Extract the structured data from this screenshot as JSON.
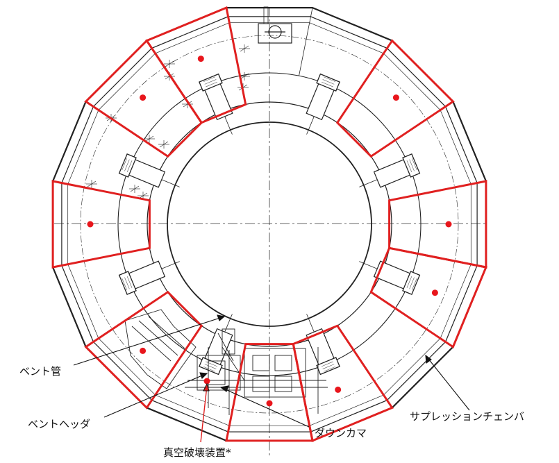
{
  "labels": {
    "vent_pipe": "ベント管",
    "vent_header": "ベントヘッダ",
    "vacuum_breaker": "真空破壊装置*",
    "downcomer": "ダウンカマ",
    "suppression_chamber": "サプレッションチェンバ"
  },
  "colors": {
    "line": "#222222",
    "highlight": "#e02020",
    "marker": "#e8161c"
  }
}
